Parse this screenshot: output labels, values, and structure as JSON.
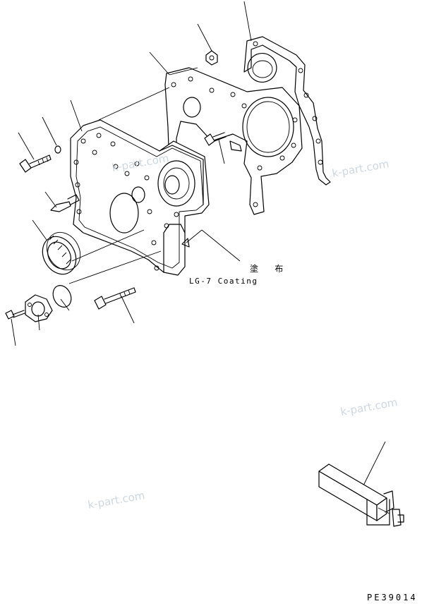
{
  "callouts": {
    "coating_jp": "塗 布",
    "coating_en": "LG-7 Coating"
  },
  "drawing_code": "PE39014",
  "watermarks": [
    "k-part.com",
    "k-part.com",
    "k-part.com",
    "k-part.com"
  ],
  "colors": {
    "line": "#000000",
    "watermark": "#c9d3dc",
    "background": "#ffffff"
  }
}
